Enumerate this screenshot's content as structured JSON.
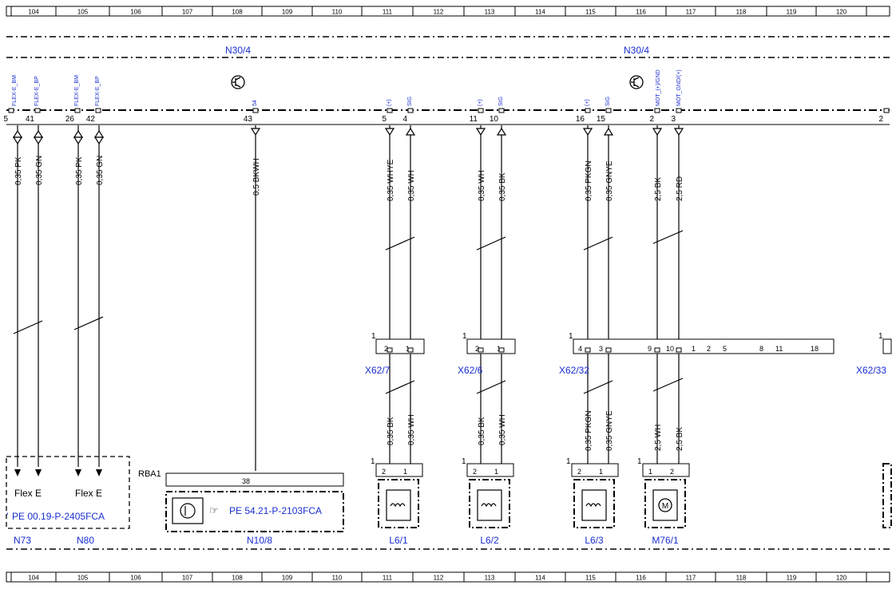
{
  "grid_columns": [
    "104",
    "105",
    "106",
    "107",
    "108",
    "109",
    "110",
    "111",
    "112",
    "113",
    "114",
    "115",
    "116",
    "117",
    "118",
    "119",
    "120"
  ],
  "module_labels": [
    "N30/4",
    "N30/4"
  ],
  "module_pins": [
    {
      "num": "5",
      "label": ""
    },
    {
      "num": "41",
      "label": "FLEX-E_BM"
    },
    {
      "num": "26",
      "label": "FLEX-E_BP"
    },
    {
      "num": "42",
      "label": "FLEX-E_BM"
    },
    {
      "num": "",
      "label": "FLEX-E_BP"
    },
    {
      "num": "43",
      "label": "54"
    },
    {
      "num": "5",
      "label": "(+)"
    },
    {
      "num": "4",
      "label": "SIG"
    },
    {
      "num": "11",
      "label": "(+)"
    },
    {
      "num": "10",
      "label": "SIG"
    },
    {
      "num": "16",
      "label": "(+)"
    },
    {
      "num": "15",
      "label": "SIG"
    },
    {
      "num": "2",
      "label": "MOT_(+)/GND"
    },
    {
      "num": "3",
      "label": "MOT_GND/(+)"
    },
    {
      "num": "2",
      "label": ""
    }
  ],
  "wires_upper": [
    "0,35 PK",
    "0,35 GN",
    "0,35 PK",
    "0,35 GN",
    "0,5 BKWH",
    "0,35 WHYE",
    "0,35 WH",
    "0,35 WH",
    "0,35 BK",
    "0,35 PKGN",
    "0,35 GNYE",
    "2,5 BK",
    "2,5 RD"
  ],
  "wires_lower": [
    "0,35 BK",
    "0,35 WH",
    "0,35 BK",
    "0,35 WH",
    "0,35 PKGN",
    "0,35 GNYE",
    "2,5 WH",
    "2,5 BK"
  ],
  "connectors": [
    "X62/7",
    "X62/6",
    "X62/32",
    "X62/33"
  ],
  "connector_pins": {
    "x62_7": [
      "1",
      "2",
      "1"
    ],
    "x62_6": [
      "1",
      "2",
      "1"
    ],
    "x62_32": [
      "4",
      "3",
      "9",
      "10",
      "1",
      "2",
      "5",
      "8",
      "11",
      "18"
    ],
    "x62_33": [
      "1"
    ]
  },
  "components": [
    {
      "id": "N73",
      "text": "Flex E",
      "ref": "PE 00.19-P-2405FCA"
    },
    {
      "id": "N80",
      "text": "Flex E"
    },
    {
      "id": "N10/8",
      "ref": "PE 54.21-P-2103FCA",
      "header": "RBA1",
      "pin": "38"
    },
    {
      "id": "L6/1",
      "pins": [
        "1",
        "2",
        "1"
      ]
    },
    {
      "id": "L6/2",
      "pins": [
        "1",
        "2",
        "1"
      ]
    },
    {
      "id": "L6/3",
      "pins": [
        "1",
        "2",
        "1"
      ]
    },
    {
      "id": "M76/1",
      "pins": [
        "1",
        "1",
        "2"
      ]
    }
  ],
  "colors": {
    "ink": "#000000",
    "label_blue": "#1a2fd0"
  }
}
